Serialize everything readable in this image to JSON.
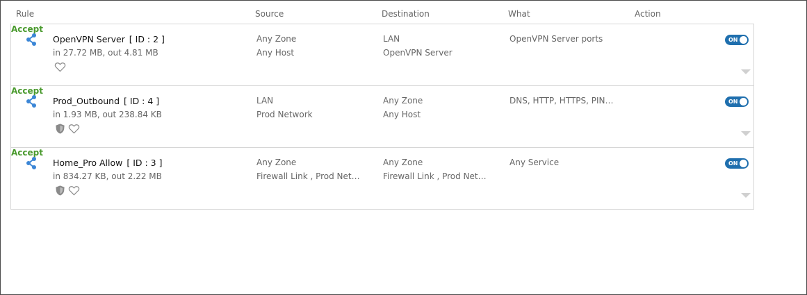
{
  "header": {
    "rule": "Rule",
    "source": "Source",
    "destination": "Destination",
    "what": "What",
    "action": "Action"
  },
  "rows": [
    {
      "name": "OpenVPN Server",
      "id": "[ ID : 2 ]",
      "traffic": "in 27.72 MB, out 4.81 MB",
      "source_zone": "Any Zone",
      "source_net": "Any Host",
      "dest_zone": "LAN",
      "dest_net": "OpenVPN Server",
      "what": "OpenVPN Server ports",
      "action": "Accept",
      "toggle": "ON",
      "badges": [
        "heart-icon"
      ]
    },
    {
      "name": "Prod_Outbound",
      "id": "[ ID : 4 ]",
      "traffic": "in 1.93 MB, out 238.84 KB",
      "source_zone": "LAN",
      "source_net": "Prod Network",
      "dest_zone": "Any Zone",
      "dest_net": "Any Host",
      "what": "DNS, HTTP, HTTPS, PIN…",
      "action": "Accept",
      "toggle": "ON",
      "badges": [
        "shield-icon",
        "heart-icon"
      ]
    },
    {
      "name": "Home_Pro Allow",
      "id": "[ ID : 3 ]",
      "traffic": "in 834.27 KB, out 2.22 MB",
      "source_zone": "Any Zone",
      "source_net": "Firewall Link , Prod Net…",
      "dest_zone": "Any Zone",
      "dest_net": "Firewall Link , Prod Net…",
      "what": "Any Service",
      "action": "Accept",
      "toggle": "ON",
      "badges": [
        "shield-icon",
        "heart-icon"
      ]
    }
  ],
  "colors": {
    "accent": "#1f6fae",
    "accept": "#4a9a2e",
    "share_icon": "#3b86d6"
  }
}
